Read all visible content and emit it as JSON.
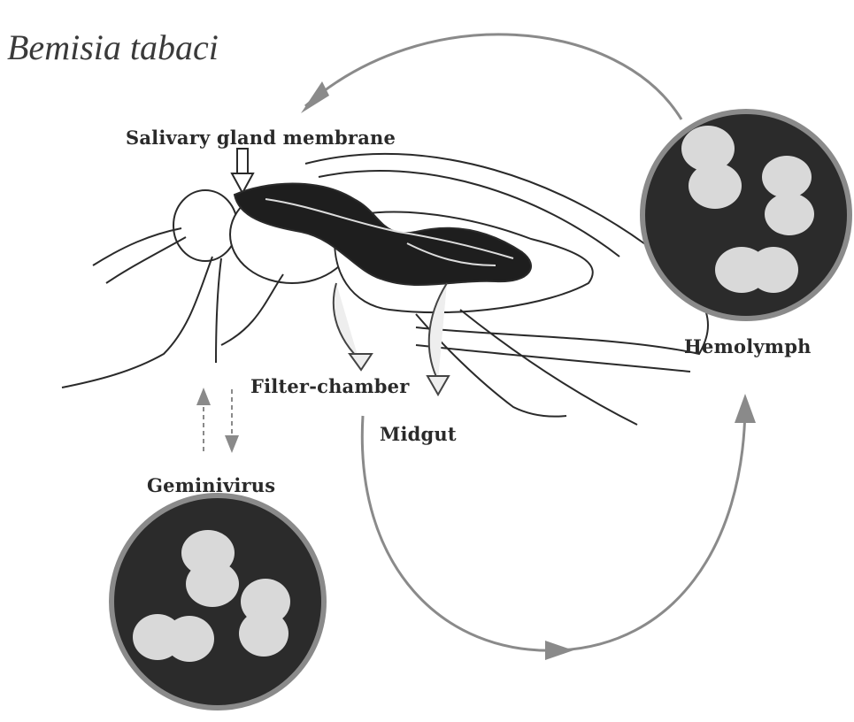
{
  "diagram": {
    "species": "Bemisia tabaci",
    "labels": {
      "salivary_gland": "Salivary gland membrane",
      "hemolymph": "Hemolymph",
      "filter_chamber": "Filter-chamber",
      "midgut": "Midgut",
      "geminivirus": "Geminivirus"
    },
    "colors": {
      "virion_disc_fill": "#2b2b2b",
      "virion_disc_rim": "#8a8a8a",
      "virion_particle": "#d9d9d9",
      "arrow": "#7d7d7d",
      "insect_outline": "#2a2a2a",
      "insect_gut": "#1e1e1e"
    }
  }
}
